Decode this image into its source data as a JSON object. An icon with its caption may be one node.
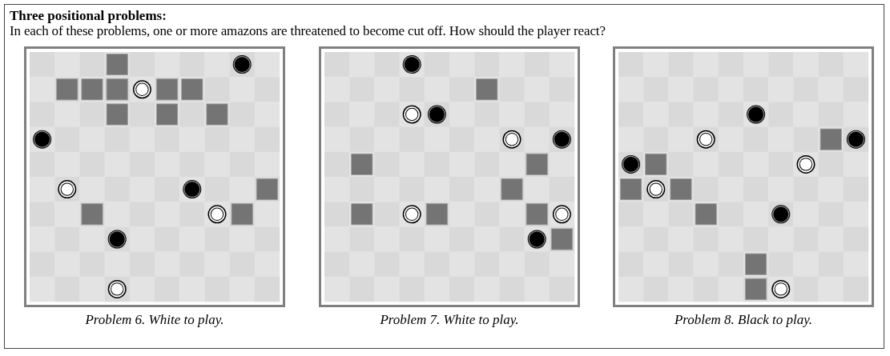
{
  "diagram": {
    "nodes": [
      {
        "text": [
          "Three positional problems:",
          "In each of these problems, one or more amazons are threatened to become cut off.  How should the player react?"
        ]
      },
      {
        "text": [
          "Problem 6. White to play."
        ],
        "in": 0
      },
      {
        "text": [
          "Problem 7. White to play."
        ],
        "in": 0
      },
      {
        "text": [
          "Problem 8. Black to play."
        ],
        "in": 0
      }
    ]
  }
}
